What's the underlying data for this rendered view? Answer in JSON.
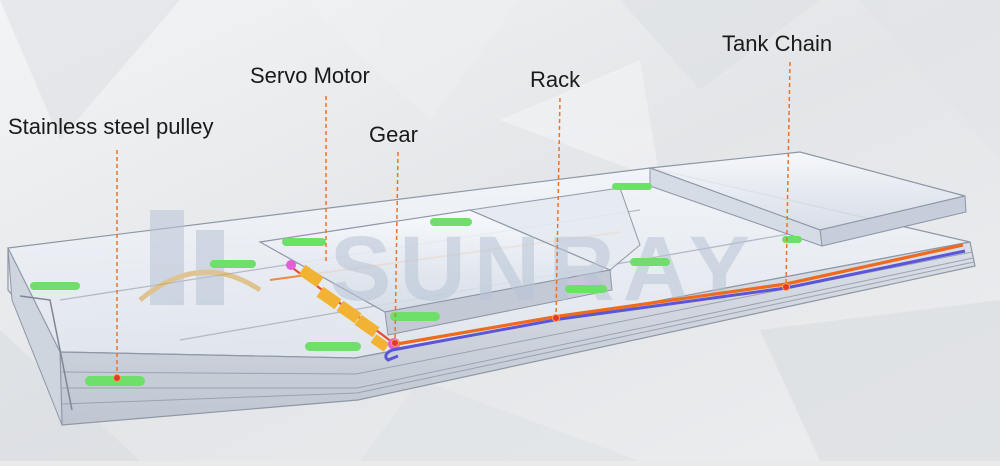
{
  "labels": {
    "pulley": "Stainless steel pulley",
    "motor": "Servo Motor",
    "gear": "Gear",
    "rack": "Rack",
    "chain": "Tank Chain"
  },
  "watermark": "SUNRAY",
  "colors": {
    "background": "#e9eaec",
    "callout_line": "#e8742a",
    "callout_dot": "#e23b2e",
    "rack": "#ef6a1c",
    "tank_chain": "#5b55d8",
    "pulley": "#6ee06a",
    "motor": "#f2b233",
    "gear": "#e45fd6",
    "watermark": "#b9c4d6"
  },
  "icons": [
    "logo-mark-icon"
  ]
}
